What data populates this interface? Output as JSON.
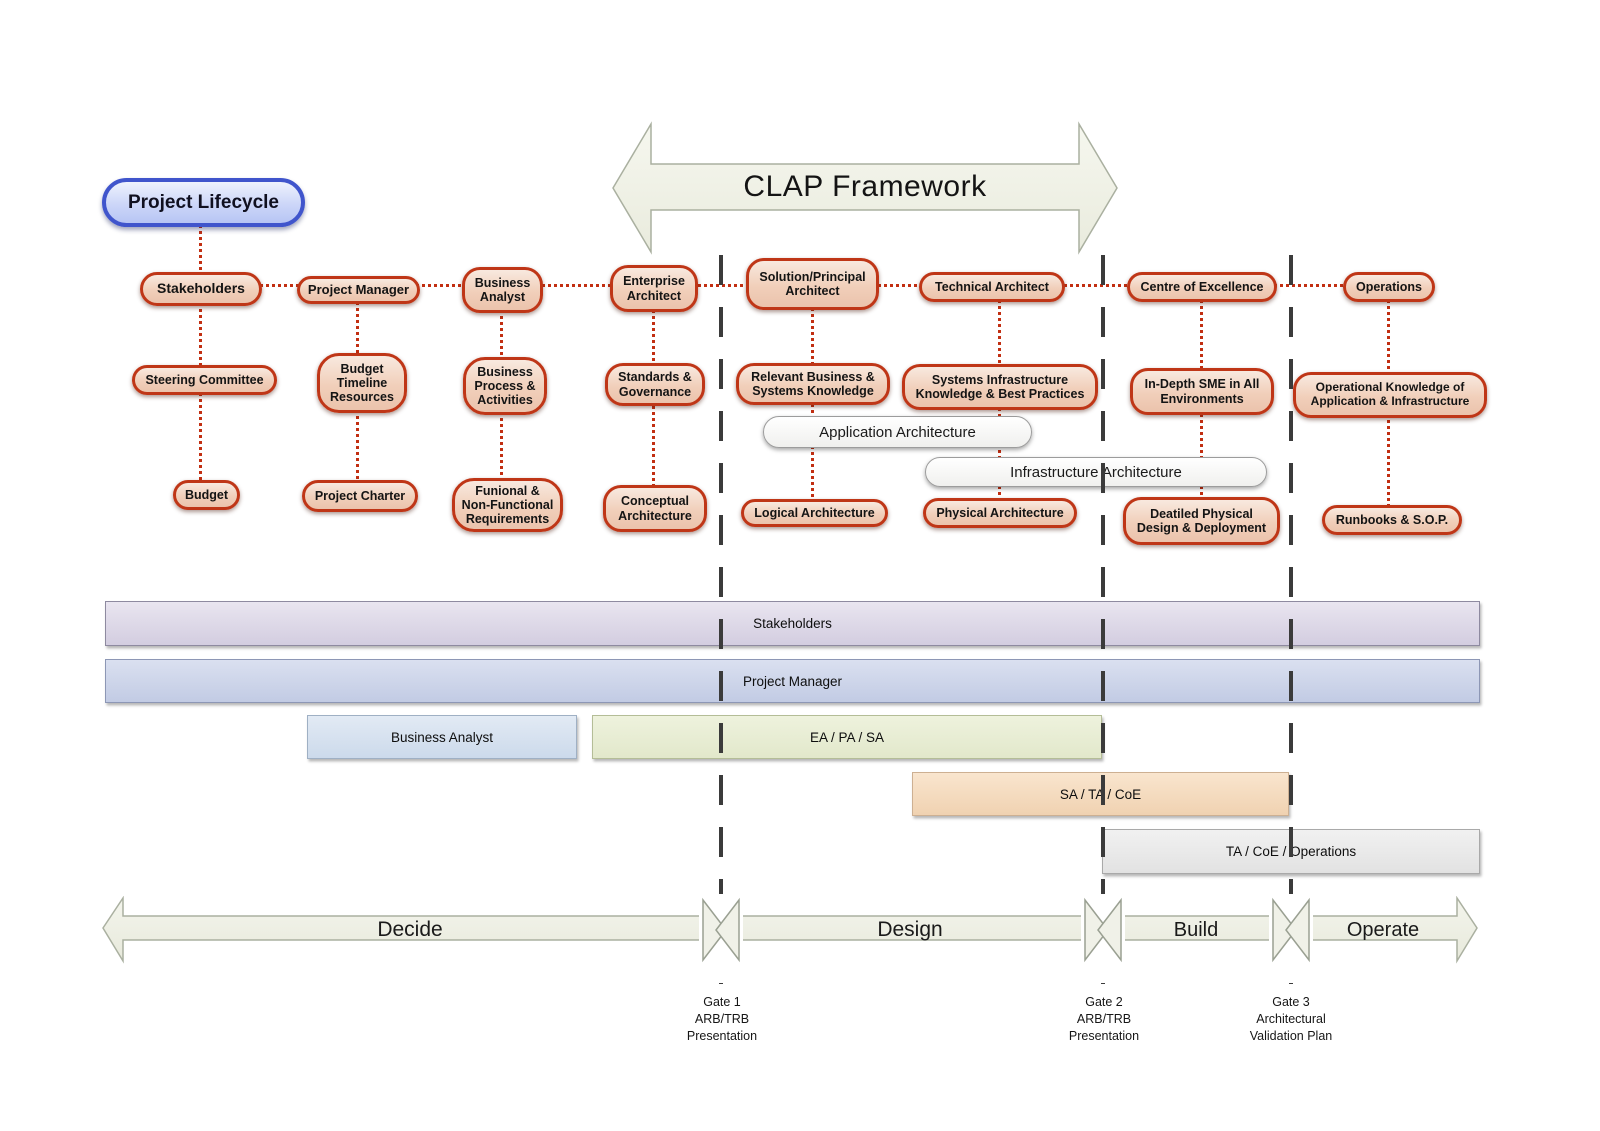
{
  "header": {
    "framework_title": "CLAP Framework",
    "lifecycle_label": "Project Lifecycle"
  },
  "columns": [
    {
      "role": "Stakeholders",
      "row2": "Steering Committee",
      "row3": "Budget"
    },
    {
      "role": "Project Manager",
      "row2": "Budget Timeline Resources",
      "row3": "Project Charter"
    },
    {
      "role": "Business Analyst",
      "row2": "Business Process & Activities",
      "row3": "Funional & Non-Functional Requirements"
    },
    {
      "role": "Enterprise Architect",
      "row2": "Standards & Governance",
      "row3": "Conceptual Architecture"
    },
    {
      "role": "Solution/Principal Architect",
      "row2": "Relevant Business & Systems Knowledge",
      "row3": "Logical Architecture"
    },
    {
      "role": "Technical Architect",
      "row2": "Systems Infrastructure Knowledge & Best Practices",
      "row3": "Physical Architecture"
    },
    {
      "role": "Centre of Excellence",
      "row2": "In-Depth SME in All Environments",
      "row3": "Deatiled Physical Design & Deployment"
    },
    {
      "role": "Operations",
      "row2": "Operational Knowledge of Application & Infrastructure",
      "row3": "Runbooks & S.O.P."
    }
  ],
  "architecture_pills": {
    "application": "Application Architecture",
    "infrastructure": "Infrastructure Architecture"
  },
  "swimlanes": [
    {
      "label": "Stakeholders"
    },
    {
      "label": "Project Manager"
    },
    {
      "label": "Business Analyst"
    },
    {
      "label": "EA / PA / SA"
    },
    {
      "label": "SA / TA / CoE"
    },
    {
      "label": "TA / CoE / Operations"
    }
  ],
  "phases": [
    {
      "label": "Decide"
    },
    {
      "label": "Design"
    },
    {
      "label": "Build"
    },
    {
      "label": "Operate"
    }
  ],
  "gates": [
    {
      "line1": "Gate 1",
      "line2": "ARB/TRB",
      "line3": "Presentation"
    },
    {
      "line1": "Gate 2",
      "line2": "ARB/TRB",
      "line3": "Presentation"
    },
    {
      "line1": "Gate 3",
      "line2": "Architectural",
      "line3": "Validation Plan"
    }
  ],
  "colors": {
    "box_border_red": "#bf3617",
    "box_fill_salmon": "#f1cfba",
    "lifecycle_border_blue": "#4055cc",
    "lifecycle_fill_blue": "#ccd6f8",
    "connector_red": "#c22f12",
    "gate_line_dark": "#3b3b3b",
    "bar_stakeholders": "#ded9e8",
    "bar_project_manager": "#ccd4e8",
    "bar_business_analyst": "#d8e4f0",
    "bar_ea_pa_sa": "#e9eed7",
    "bar_sa_ta_coe": "#f5ddc0",
    "bar_ta_coe_operations": "#ececec",
    "timeline_arrow_fill": "#f2f3ea"
  }
}
